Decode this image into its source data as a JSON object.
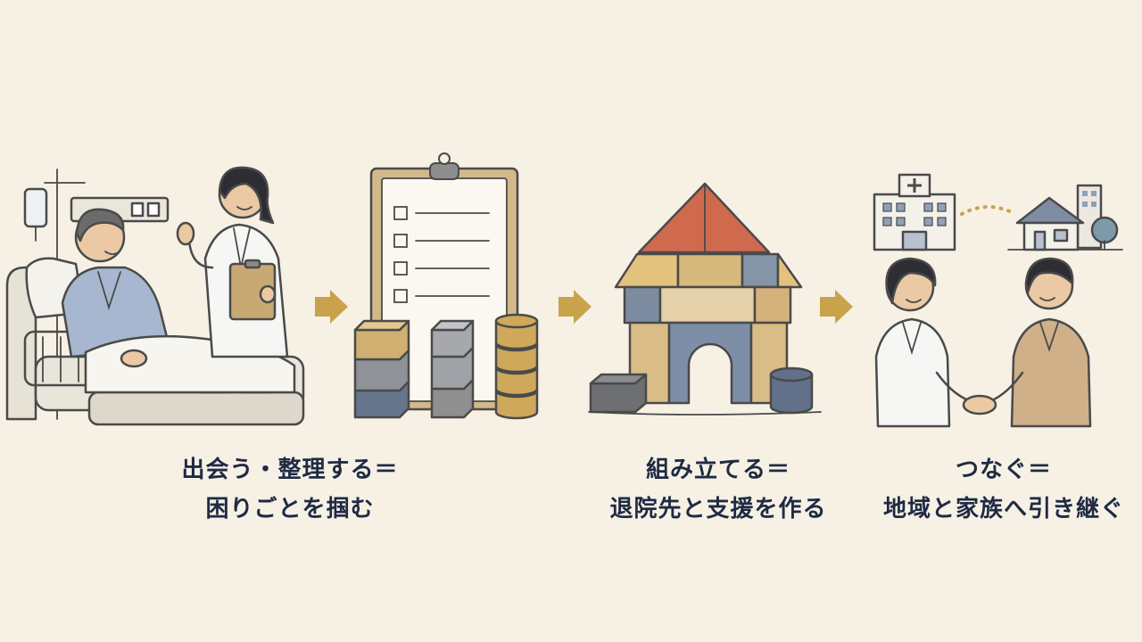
{
  "colors": {
    "background": "#f6f1e4",
    "text": "#1f2a44",
    "arrow": "#c9a24c",
    "line": "#4a4a4a",
    "roof_red": "#cf6a4e",
    "block_tan": "#d8bd85",
    "block_slate": "#7f8ea3",
    "block_sand": "#e6d2a5"
  },
  "icons": {
    "patient_scene": "patient-bed-illustration",
    "nurse": "nurse-with-clipboard-icon",
    "checklist": "clipboard-checklist-icon",
    "blocks": "building-blocks-icon",
    "house": "block-house-icon",
    "hospital": "hospital-icon",
    "home": "home-icon",
    "handshake": "handshake-icon",
    "arrow": "arrow-right-icon"
  },
  "steps": [
    {
      "line1": "出会う・整理する＝",
      "line2": "困りごとを掴む"
    },
    {
      "line1": "組み立てる＝",
      "line2": "退院先と支援を作る"
    },
    {
      "line1": "つなぐ＝",
      "line2": "地域と家族へ引き継ぐ"
    }
  ]
}
